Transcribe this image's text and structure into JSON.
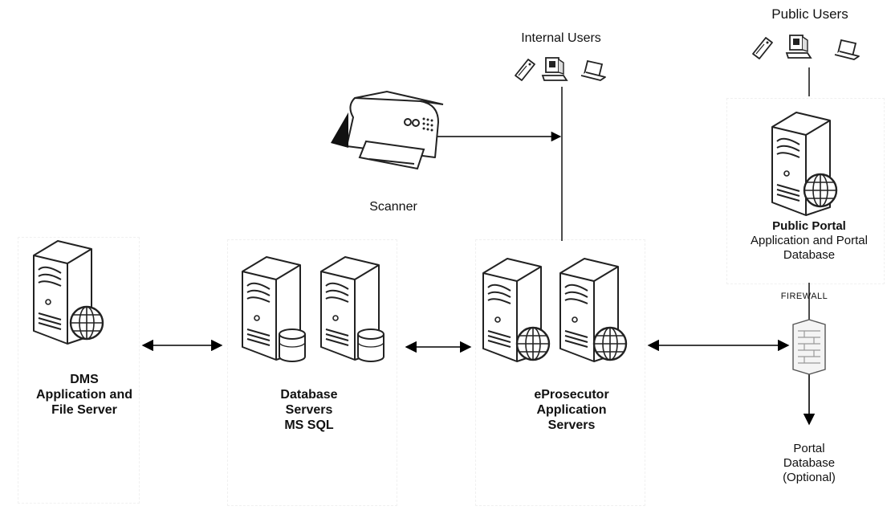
{
  "labels": {
    "public_users": "Public Users",
    "internal_users": "Internal Users",
    "scanner": "Scanner",
    "public_portal_title": "Public Portal",
    "public_portal_line2": "Application and Portal",
    "public_portal_line3": "Database",
    "firewall": "FIREWALL",
    "dms_line1": "DMS",
    "dms_line2": "Application and",
    "dms_line3": "File Server",
    "db_line1": "Database",
    "db_line2": "Servers",
    "db_line3": "MS SQL",
    "ep_line1": "eProsecutor",
    "ep_line2": "Application",
    "ep_line3": "Servers",
    "portal_db_line1": "Portal",
    "portal_db_line2": "Database",
    "portal_db_line3": "(Optional)"
  },
  "icons": [
    "phone-icon",
    "desktop-computer-icon",
    "laptop-icon",
    "scanner-icon",
    "server-icon",
    "database-server-icon",
    "globe-icon",
    "firewall-icon"
  ]
}
